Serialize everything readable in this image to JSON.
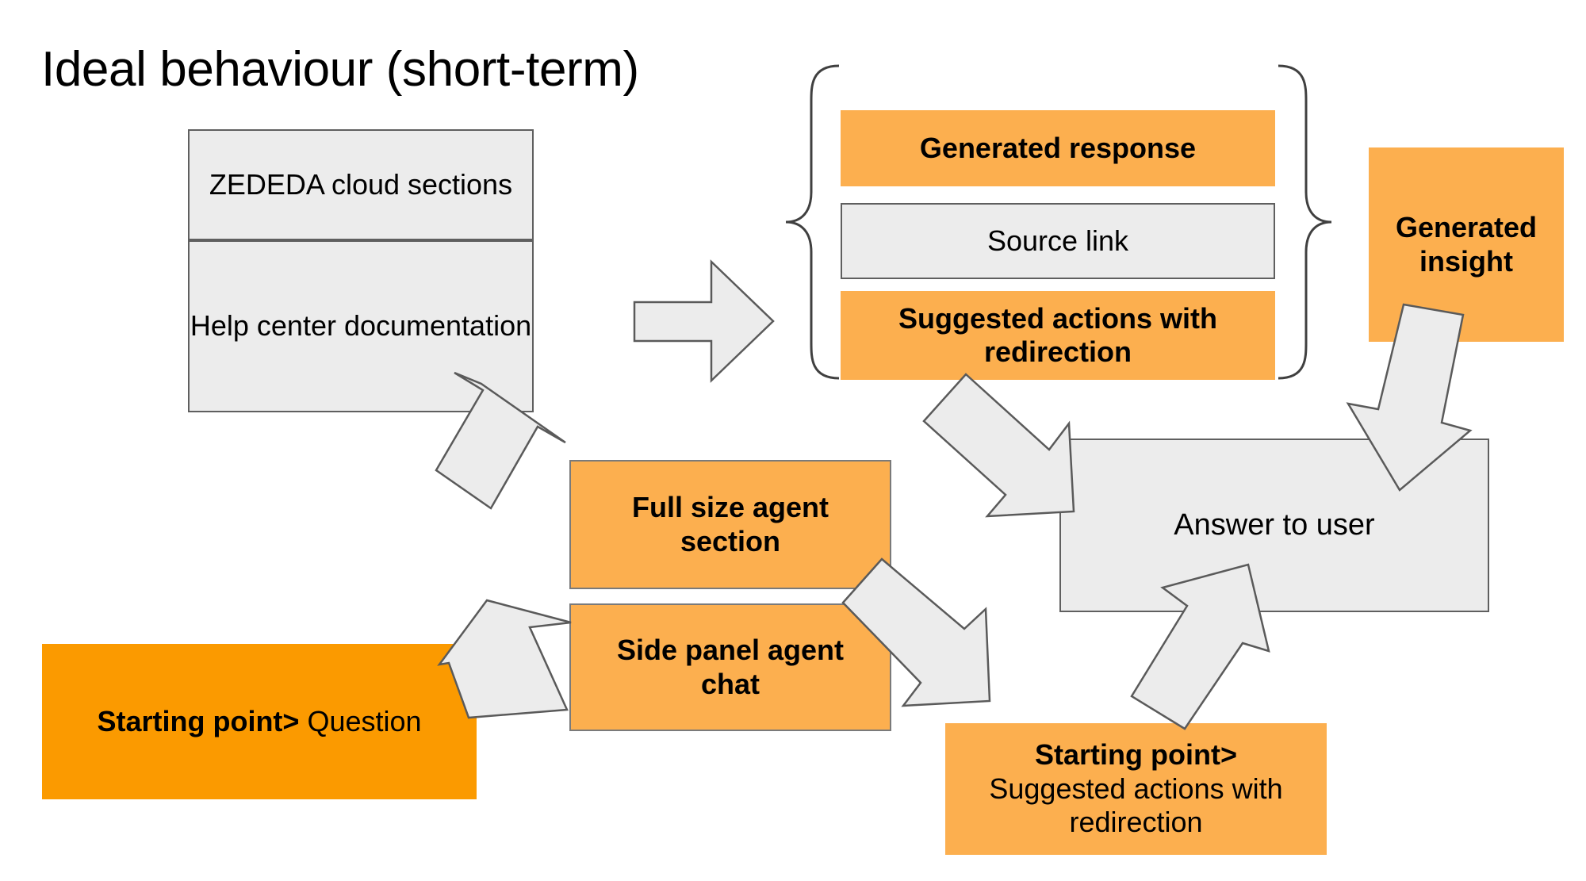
{
  "slide": {
    "title": "Ideal behaviour (short-term)",
    "background": "#ffffff"
  },
  "colors": {
    "orange_light": "#fcaf4f",
    "orange_deep": "#fb9a00",
    "gray_fill": "#ececec",
    "gray_border": "#5f5f5f",
    "arrow_fill": "#ececec",
    "arrow_border": "#5a5a5a",
    "brace_stroke": "#404040",
    "text": "#000000"
  },
  "nodes": {
    "knowledge_sources": {
      "cloud_sections": "ZEDEDA cloud sections",
      "help_center": "Help center documentation"
    },
    "response_group": {
      "generated_response": "Generated response",
      "source_link": "Source link",
      "suggested_actions": "Suggested actions with redirection"
    },
    "generated_insight": "Generated insight",
    "agent_surfaces": {
      "full_size": "Full size agent section",
      "side_panel": "Side panel agent chat"
    },
    "answer_to_user": "Answer to user",
    "starting_point_question": {
      "prefix": "Starting point>",
      "text": " Question"
    },
    "starting_point_suggested": {
      "prefix": "Starting point>",
      "text": " Suggested actions with redirection"
    }
  },
  "connectors": [
    {
      "name": "sources-to-response",
      "direction": "right"
    },
    {
      "name": "full-size-agent-to-help-center",
      "direction": "up-left"
    },
    {
      "name": "suggested-actions-to-answer",
      "direction": "down-right"
    },
    {
      "name": "generated-insight-to-answer",
      "direction": "down"
    },
    {
      "name": "question-to-side-panel",
      "direction": "up-right"
    },
    {
      "name": "side-panel-to-answer",
      "direction": "down-right"
    },
    {
      "name": "starting-point-suggested-to-answer",
      "direction": "up-right"
    }
  ],
  "braces": [
    {
      "name": "left-brace",
      "orientation": "left"
    },
    {
      "name": "right-brace",
      "orientation": "right"
    }
  ]
}
